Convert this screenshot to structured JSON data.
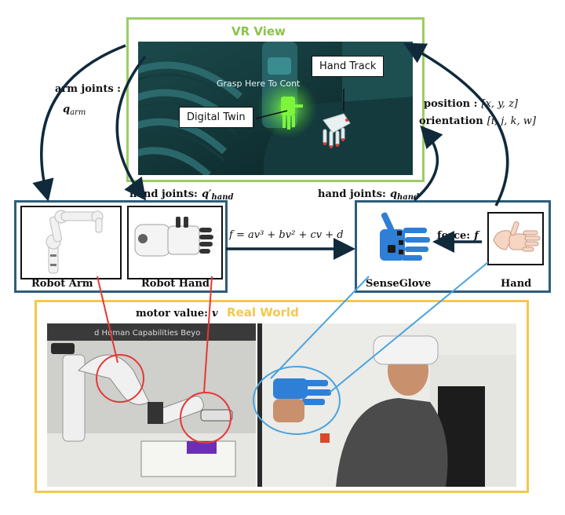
{
  "vr_view": {
    "title": "VR View",
    "grasp_text": "Grasp Here To Cont",
    "callout_hand_track": "Hand Track",
    "callout_digital_twin": "Digital Twin"
  },
  "real_world": {
    "title": "Real World",
    "poster_text": "d Human Capabilities Beyo"
  },
  "robot_group": {
    "robot_arm_caption": "Robot Arm",
    "robot_hand_caption": "Robot Hand"
  },
  "glove_group": {
    "senseglove_caption": "SenseGlove",
    "hand_caption": "Hand"
  },
  "labels": {
    "arm_joints_text": "arm joints :",
    "arm_joints_var": "q",
    "arm_joints_sub": "arm",
    "hand_joints_left_text": "hand joints:",
    "hand_joints_left_var": "q′",
    "hand_joints_left_sub": "hand",
    "hand_joints_right_text": "hand joints:",
    "hand_joints_right_var": "q",
    "hand_joints_right_sub": "hand",
    "position_text": "position :",
    "position_value": "[x, y, z]",
    "orientation_text": "orientation",
    "orientation_value": "[i, j, k, w]",
    "formula": "f = av³ + bv² + cv + d",
    "force_text": "force:",
    "force_var": "f",
    "motor_text": "motor value:",
    "motor_var": "v"
  },
  "colors": {
    "vr_border": "#9ccc65",
    "vr_title": "#8bc34a",
    "real_border": "#f2c94c",
    "real_title": "#f2c94c",
    "group_border": "#2e5d7a",
    "arrow": "#102a3c",
    "red_circle": "#e53935",
    "blue_circle": "#4aa3df"
  }
}
